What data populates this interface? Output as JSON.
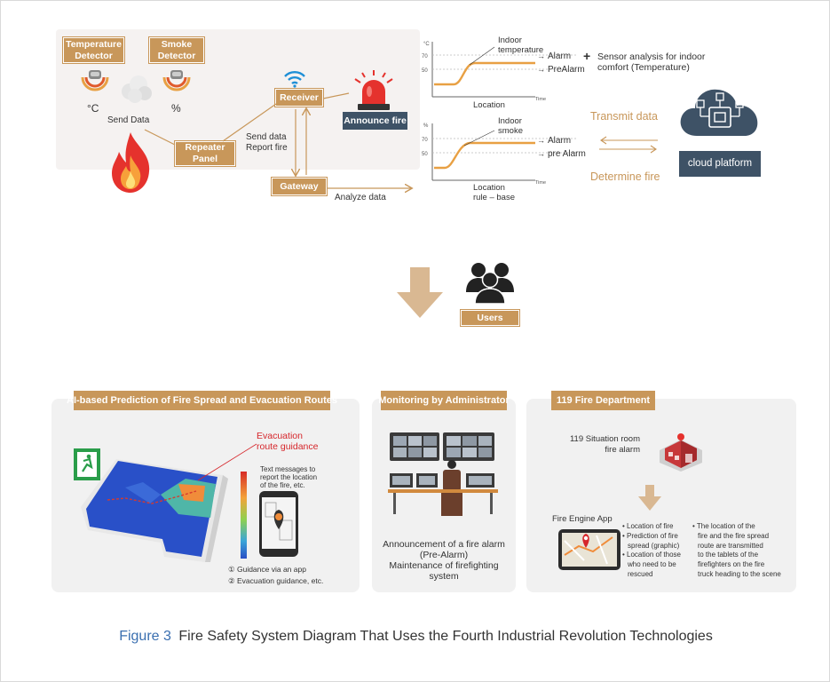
{
  "top": {
    "temperature_detector": "Temperature\nDetector",
    "temperature_detector_l1": "Temperature",
    "temperature_detector_l2": "Detector",
    "smoke_detector_l1": "Smoke",
    "smoke_detector_l2": "Detector",
    "celsius": "°C",
    "percent": "%",
    "send_data": "Send Data",
    "repeater_panel_l1": "Repeater",
    "repeater_panel_l2": "Panel",
    "receiver": "Receiver",
    "announce_fire": "Announce fire",
    "send_data_report_l1": "Send data",
    "send_data_report_l2": "Report fire",
    "gateway": "Gateway",
    "analyze_data": "Analyze data"
  },
  "graphs": {
    "temp": {
      "unit": "°C",
      "tick_high": "70",
      "tick_low": "50",
      "series_label_l1": "Indoor",
      "series_label_l2": "temperature",
      "alarm": "Alarm",
      "pre_alarm": "PreAlarm",
      "xlabel": "Location",
      "time": "Time"
    },
    "smoke": {
      "unit": "%",
      "tick_high": "70",
      "tick_low": "50",
      "series_label_l1": "Indoor",
      "series_label_l2": "smoke",
      "alarm": "Alarm",
      "pre_alarm": "pre Alarm",
      "xlabel": "Location",
      "xlabel2": "rule – base",
      "time": "Time"
    },
    "plus": "+",
    "sensor_analysis_l1": "Sensor analysis for indoor",
    "sensor_analysis_l2": "comfort (Temperature)"
  },
  "cloud": {
    "transmit": "Transmit data",
    "determine": "Determine fire",
    "platform": "cloud platform"
  },
  "users": {
    "label": "Users"
  },
  "panels": {
    "ai": {
      "title": "AI-based Prediction of Fire Spread and Evacuation Routes",
      "evac_l1": "Evacuation",
      "evac_l2": "route guidance",
      "text_msg_l1": "Text messages to",
      "text_msg_l2": "report the location",
      "text_msg_l3": "of the fire, etc.",
      "guide1": "① Guidance via an app",
      "guide2": "② Evacuation guidance, etc."
    },
    "monitor": {
      "title": "Monitoring by Administrator",
      "desc_l1": "Announcement of a fire alarm",
      "desc_l2": "(Pre-Alarm)",
      "desc_l3": "Maintenance of firefighting",
      "desc_l4": "system"
    },
    "dept": {
      "title": "119 Fire Department",
      "situation_l1": "119 Situation room",
      "situation_l2": "fire alarm",
      "engine_app": "Fire Engine App",
      "bullets_left": [
        "Location of fire",
        "Prediction of fire",
        "spread (graphic)",
        "Location of those",
        "who need to be",
        "rescued"
      ],
      "bullets_right": [
        "The location of the",
        "fire and the fire spread",
        "route are transmitted",
        "to the tablets of the",
        "firefighters on the fire",
        "truck heading to the scene"
      ]
    }
  },
  "caption": {
    "figure": "Figure 3",
    "text": "Fire Safety System Diagram That Uses the Fourth Industrial Revolution Technologies"
  },
  "colors": {
    "accent": "#c8975a",
    "navy": "#3e5266",
    "caption_blue": "#3a6fb0",
    "fire_red": "#e5322d",
    "graph_orange": "#e8a043"
  }
}
